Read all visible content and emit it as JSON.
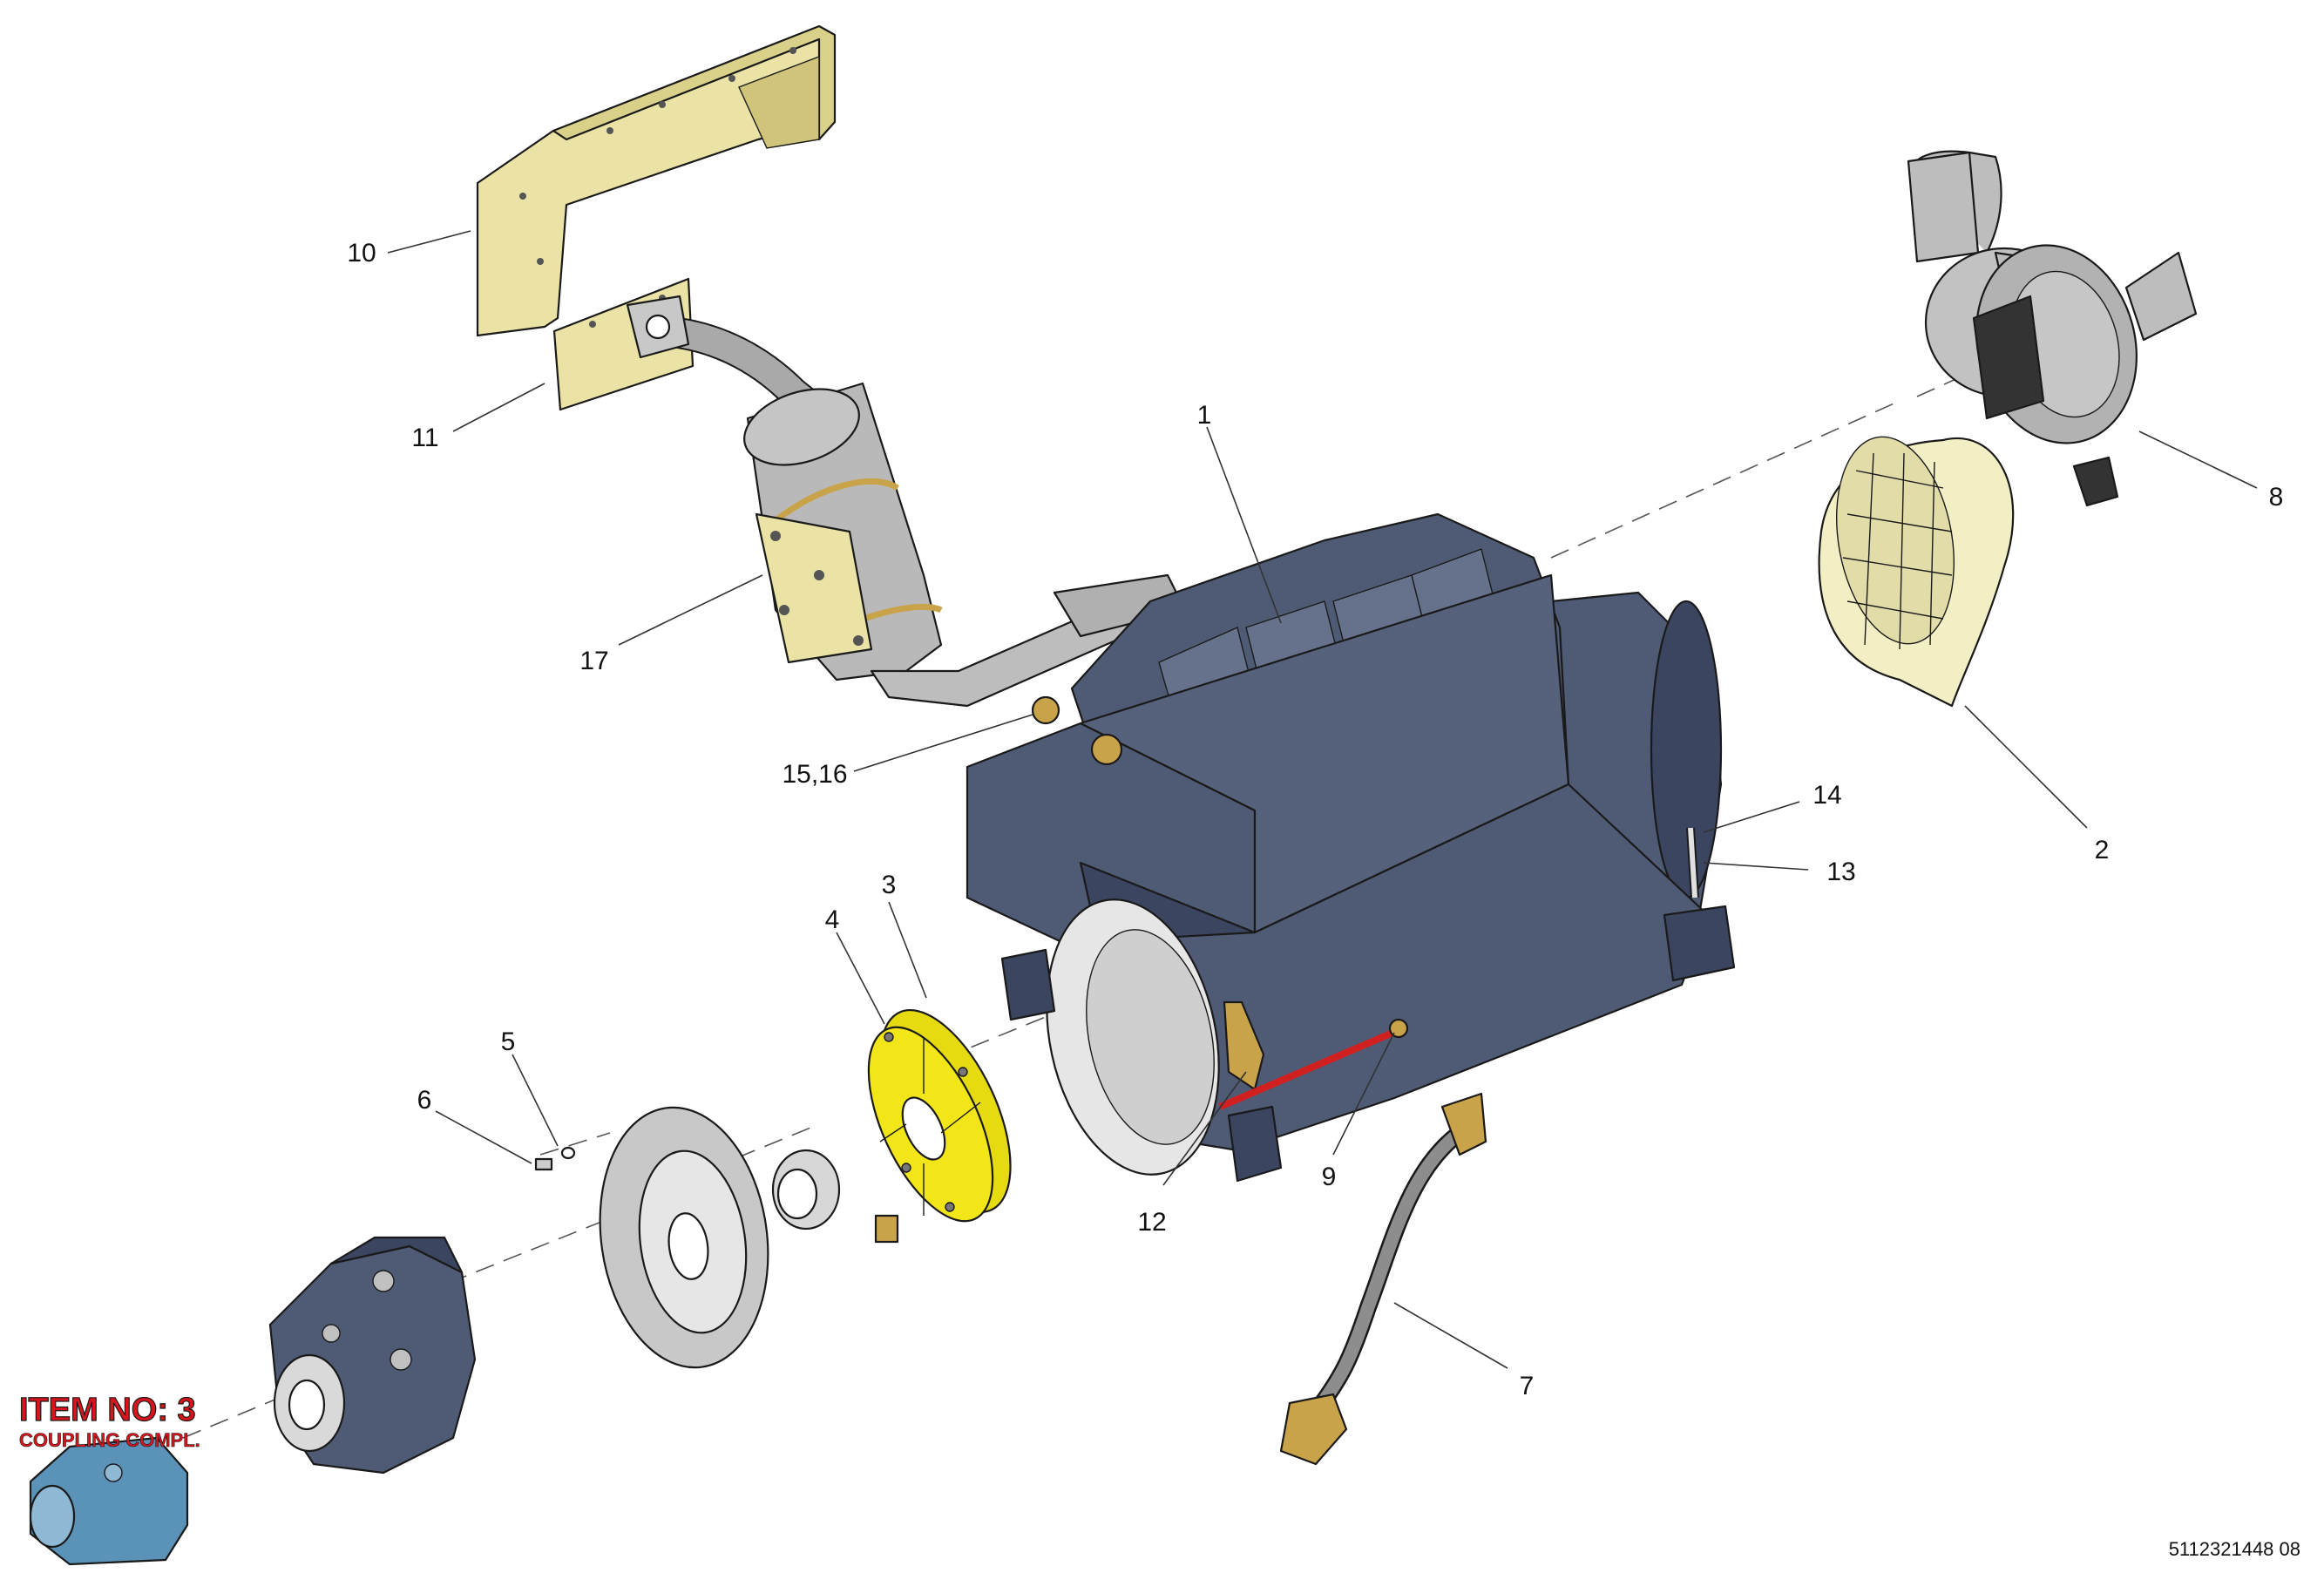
{
  "colors": {
    "engine": "#4f5b75",
    "engine_dark": "#3b4560",
    "engine_light": "#66728c",
    "highlight_yellow": "#f2e619",
    "bracket_yellow": "#ebe3a6",
    "shield_cream": "#f3efc4",
    "exhaust_grey": "#b9b9b9",
    "pump_blue": "#5b92b8",
    "item_red": "#d8141c",
    "hose_red": "#d02020",
    "brass": "#c9a34a"
  },
  "callouts": {
    "c1": "1",
    "c2": "2",
    "c3": "3",
    "c4": "4",
    "c5": "5",
    "c6": "6",
    "c7": "7",
    "c8": "8",
    "c9": "9",
    "c10": "10",
    "c11": "11",
    "c12": "12",
    "c13": "13",
    "c14": "14",
    "c15_16": "15,16",
    "c17": "17"
  },
  "item_badge": {
    "title": "ITEM NO: 3",
    "subtitle": "COUPLING COMPL."
  },
  "drawing_number": "5112321448 08"
}
